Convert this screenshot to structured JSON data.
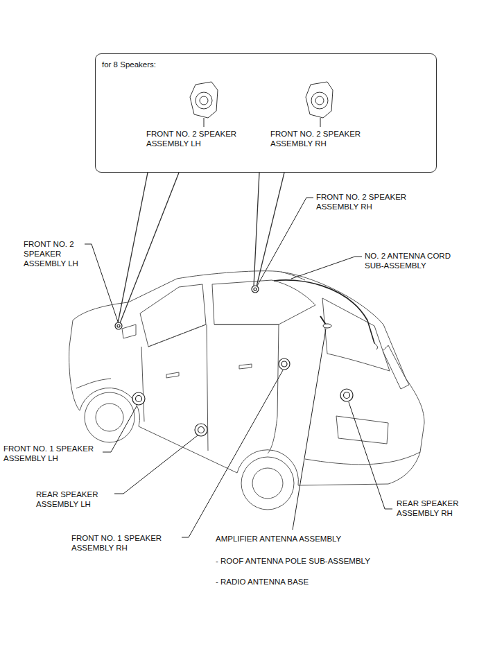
{
  "diagram": {
    "nodes": [
      {
        "text": [
          "for 8 Speakers:"
        ]
      }
    ],
    "labels": [
      "FRONT NO. 2 SPEAKER ASSEMBLY LH",
      "FRONT NO. 2 SPEAKER ASSEMBLY RH",
      "FRONT NO. 2 SPEAKER ASSEMBLY RH",
      "FRONT NO. 2 SPEAKER ASSEMBLY LH",
      "NO. 2 ANTENNA CORD SUB-ASSEMBLY",
      "FRONT NO. 1 SPEAKER ASSEMBLY LH",
      "REAR SPEAKER ASSEMBLY LH",
      "REAR SPEAKER ASSEMBLY RH",
      "FRONT NO. 1 SPEAKER ASSEMBLY RH",
      "AMPLIFIER ANTENNA ASSEMBLY",
      "- ROOF ANTENNA POLE SUB-ASSEMBLY",
      "- RADIO ANTENNA BASE"
    ]
  }
}
